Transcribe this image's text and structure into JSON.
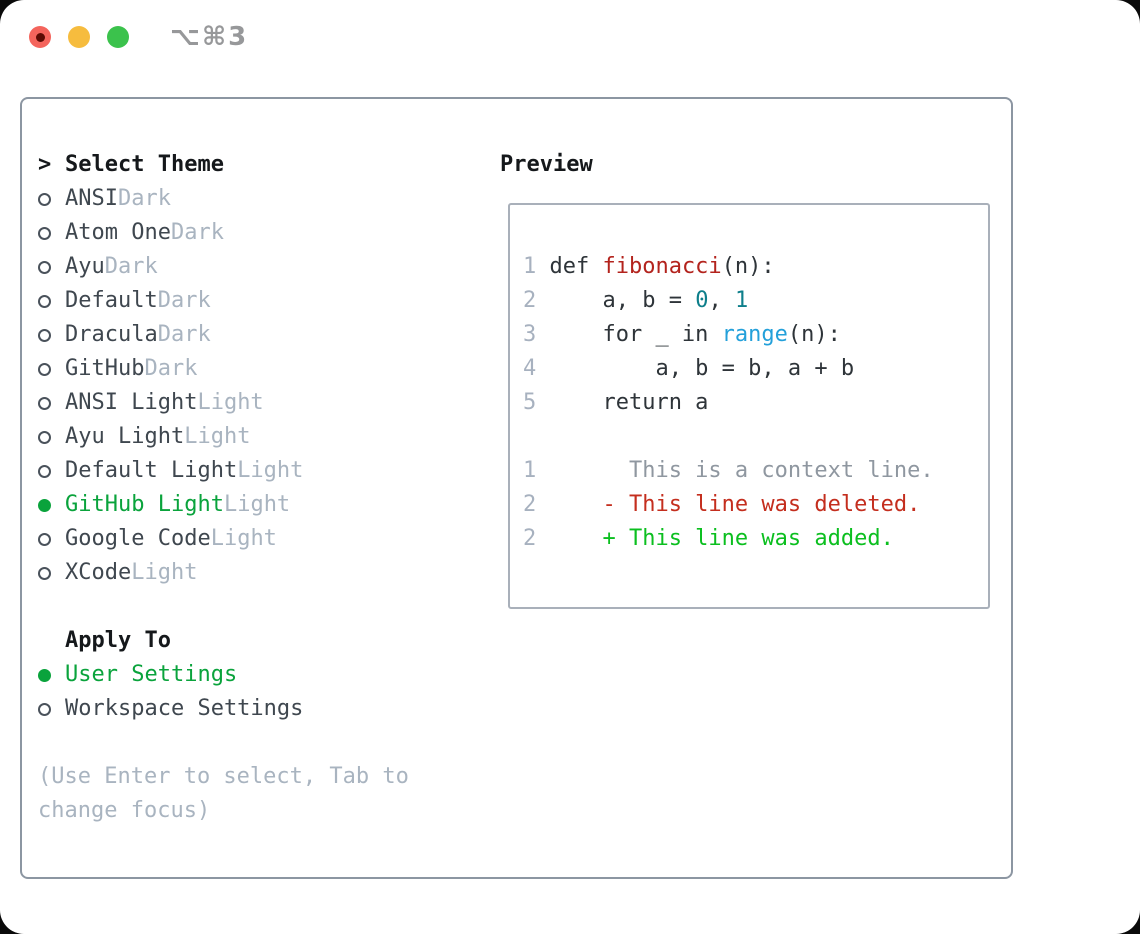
{
  "window": {
    "title": "⌥⌘3",
    "controls": [
      {
        "id": "close",
        "color": "#f4645c"
      },
      {
        "id": "minimize",
        "color": "#f6bc3e"
      },
      {
        "id": "zoom",
        "color": "#3bc24c"
      }
    ]
  },
  "selector": {
    "prompt": ">",
    "title": "Select Theme",
    "themes": [
      {
        "name": "ANSI",
        "variant": "Dark",
        "selected": false
      },
      {
        "name": "Atom One",
        "variant": "Dark",
        "selected": false
      },
      {
        "name": "Ayu",
        "variant": "Dark",
        "selected": false
      },
      {
        "name": "Default",
        "variant": "Dark",
        "selected": false
      },
      {
        "name": "Dracula",
        "variant": "Dark",
        "selected": false
      },
      {
        "name": "GitHub",
        "variant": "Dark",
        "selected": false
      },
      {
        "name": "ANSI Light",
        "variant": "Light",
        "selected": false
      },
      {
        "name": "Ayu Light",
        "variant": "Light",
        "selected": false
      },
      {
        "name": "Default Light",
        "variant": "Light",
        "selected": false
      },
      {
        "name": "GitHub Light",
        "variant": "Light",
        "selected": true
      },
      {
        "name": "Google Code",
        "variant": "Light",
        "selected": false
      },
      {
        "name": "XCode",
        "variant": "Light",
        "selected": false
      }
    ],
    "apply_to": {
      "title": "Apply To",
      "options": [
        {
          "name": "User Settings",
          "selected": true
        },
        {
          "name": "Workspace Settings",
          "selected": false
        }
      ]
    },
    "hint_lines": [
      "(Use Enter to select, Tab to",
      "change focus)"
    ]
  },
  "preview": {
    "title": "Preview",
    "code_lines": [
      {
        "num": "1",
        "tokens": [
          {
            "t": "def ",
            "c": "code"
          },
          {
            "t": "fibonacci",
            "c": "func"
          },
          {
            "t": "(n):",
            "c": "code"
          }
        ]
      },
      {
        "num": "2",
        "tokens": [
          {
            "t": "    a, b = ",
            "c": "code"
          },
          {
            "t": "0",
            "c": "num"
          },
          {
            "t": ", ",
            "c": "code"
          },
          {
            "t": "1",
            "c": "num"
          }
        ]
      },
      {
        "num": "3",
        "tokens": [
          {
            "t": "    for _ in ",
            "c": "code"
          },
          {
            "t": "range",
            "c": "call"
          },
          {
            "t": "(n):",
            "c": "code"
          }
        ]
      },
      {
        "num": "4",
        "tokens": [
          {
            "t": "        a, b = b, a + b",
            "c": "code"
          }
        ]
      },
      {
        "num": "5",
        "tokens": [
          {
            "t": "    return a",
            "c": "code"
          }
        ]
      }
    ],
    "diff_lines": [
      {
        "num": "1",
        "tokens": [
          {
            "t": "      This is a context line.",
            "c": "context"
          }
        ]
      },
      {
        "num": "2",
        "tokens": [
          {
            "t": "    - This line was deleted.",
            "c": "deleted"
          }
        ]
      },
      {
        "num": "2",
        "tokens": [
          {
            "t": "    + This line was added.",
            "c": "added"
          }
        ]
      }
    ]
  },
  "colors": {
    "selected_green": "#0aa33c",
    "added_green": "#0bbf1f",
    "deleted_red": "#c42e1e",
    "function_red": "#b3231d",
    "number_teal": "#0e7f8b",
    "call_blue": "#23a0da",
    "muted_gray": "#a9b4c0",
    "panel_border": "#8c96a2",
    "traffic_red": "#f4645c",
    "traffic_yellow": "#f6bc3e",
    "traffic_green": "#3bc24c"
  }
}
